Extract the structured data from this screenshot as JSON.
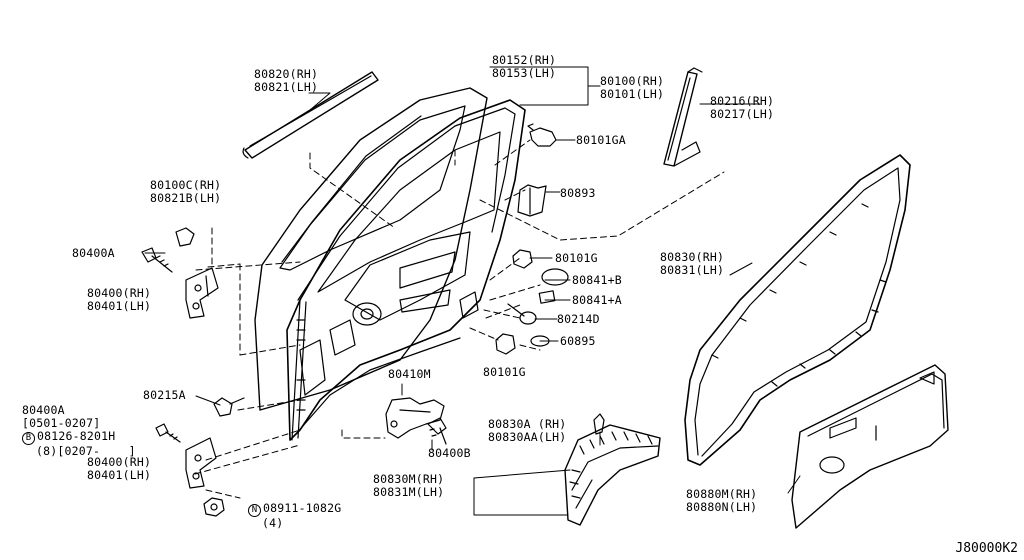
{
  "diagram": {
    "labels": {
      "p80820": [
        "80820(RH)",
        "80821(LH)"
      ],
      "p80152": [
        "80152(RH)",
        "80153(LH)"
      ],
      "p80100": [
        "80100(RH)",
        "80101(LH)"
      ],
      "p80216": [
        "80216(RH)",
        "80217(LH)"
      ],
      "p80101GA": "80101GA",
      "p80100C": [
        "80100C(RH)",
        "80821B(LH)"
      ],
      "p80893": "80893",
      "p80400A_top": "80400A",
      "p80101G_a": "80101G",
      "p80841B": "80841+B",
      "p80841A": "80841+A",
      "p80214D": "80214D",
      "p60895": "60895",
      "p80101G_b": "80101G",
      "p80400_top": [
        "80400(RH)",
        "80401(LH)"
      ],
      "p80830": [
        "80830(RH)",
        "80831(LH)"
      ],
      "p80410M": "80410M",
      "p80215A": "80215A",
      "p80400A_bot": [
        "80400A",
        "[0501-0207]"
      ],
      "bolt_b": {
        "symbol": "B",
        "text": "08126-8201H",
        "qty": "(8)[0207-    ]"
      },
      "p80400_bot": [
        "80400(RH)",
        "80401(LH)"
      ],
      "p80400B": "80400B",
      "p80830A": [
        "80830A (RH)",
        "80830AA(LH)"
      ],
      "p80830M": [
        "80830M(RH)",
        "80831M(LH)"
      ],
      "nut_n": {
        "symbol": "N",
        "text": "08911-1082G",
        "qty": "(4)"
      },
      "p80880": [
        "80880M(RH)",
        "80880N(LH)"
      ]
    },
    "diagram_code": "J80000K2"
  }
}
